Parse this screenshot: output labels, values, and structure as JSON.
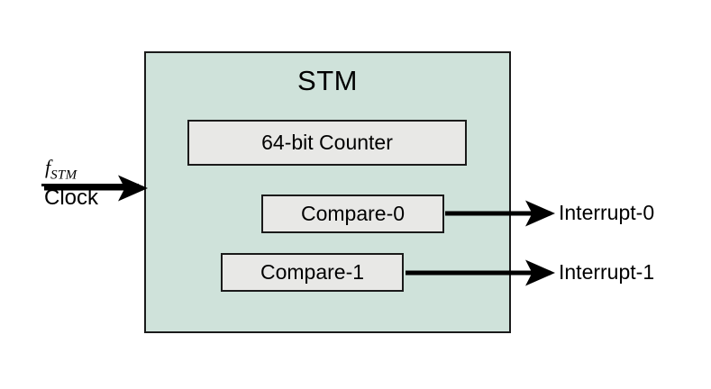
{
  "diagram": {
    "title": "STM",
    "block_fill_color": "#cfe2da",
    "sub_block_fill_color": "#e8e8e6",
    "stroke_color": "#1a1a1a",
    "blocks": [
      {
        "id": "counter",
        "label": "64-bit Counter"
      },
      {
        "id": "compare-0",
        "label": "Compare-0"
      },
      {
        "id": "compare-1",
        "label": "Compare-1"
      }
    ],
    "input": {
      "signal_symbol": "f",
      "signal_subscript": "STM",
      "signal_name": "Clock"
    },
    "outputs": [
      {
        "id": "interrupt-0",
        "label": "Interrupt-0",
        "source": "compare-0"
      },
      {
        "id": "interrupt-1",
        "label": "Interrupt-1",
        "source": "compare-1"
      }
    ]
  }
}
